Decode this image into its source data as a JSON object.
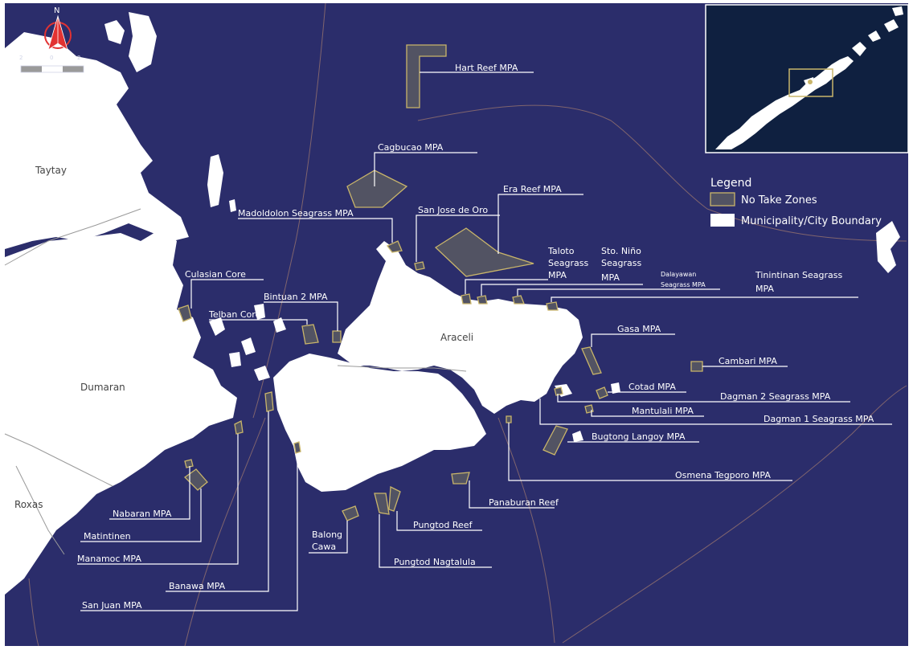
{
  "map": {
    "north_label": "N",
    "scale_ticks": [
      "2",
      "0",
      "2"
    ],
    "legend": {
      "title": "Legend",
      "items": [
        {
          "label": "No Take Zones",
          "fill": "#525363",
          "stroke": "#c9b56a"
        },
        {
          "label": "Municipality/City Boundary",
          "fill": "#ffffff",
          "stroke": "#ffffff"
        }
      ]
    },
    "colors": {
      "sea": "#2b2d6b",
      "land": "#ffffff",
      "no_take_zone": "#525363",
      "zone_outline": "#c9b56a",
      "inset_sea": "#0f2040"
    },
    "places": [
      "Taytay",
      "Dumaran",
      "Roxas",
      "Araceli"
    ],
    "labels": {
      "hart_reef": "Hart Reef MPA",
      "cagbucao": "Cagbucao MPA",
      "era_reef": "Era Reef MPA",
      "madoldolon": "Madoldolon Seagrass MPA",
      "san_jose": "San Jose de Oro",
      "taloto_1": "Taloto",
      "taloto_2": "Seagrass",
      "taloto_3": "MPA",
      "sto_nino_1": "Sto. Niño",
      "sto_nino_2": "Seagrass",
      "sto_nino_3": "MPA",
      "dalayawan_1": "Dalayawan",
      "dalayawan_2": "Seagrass MPA",
      "tinintinan_1": "Tinintinan Seagrass",
      "tinintinan_2": "MPA",
      "culasian": "Culasian Core",
      "bintuan": "Bintuan 2 MPA",
      "telban": "Telban Core",
      "gasa": "Gasa MPA",
      "cambari": "Cambari MPA",
      "cotad": "Cotad MPA",
      "dagman2": "Dagman 2 Seagrass MPA",
      "mantulali": "Mantulali MPA",
      "dagman1": "Dagman 1 Seagrass MPA",
      "bugtong": "Bugtong Langoy MPA",
      "osmena": "Osmena Tegporo MPA",
      "panaburan": "Panaburan Reef",
      "pungtod_reef": "Pungtod Reef",
      "pungtod_nag": "Pungtod Nagtalula",
      "balong_1": "Balong",
      "balong_2": "Cawa",
      "nabaran": "Nabaran MPA",
      "matintinen": "Matintinen",
      "manamoc": "Manamoc MPA",
      "banawa": "Banawa MPA",
      "san_juan": "San Juan MPA"
    }
  }
}
